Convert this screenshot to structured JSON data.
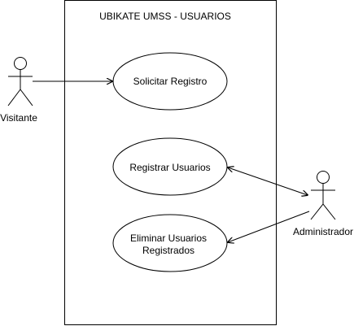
{
  "system": {
    "title": "UBIKATE UMSS - USUARIOS"
  },
  "actors": {
    "visitante": {
      "label": "Visitante"
    },
    "administrador": {
      "label": "Administrador"
    }
  },
  "use_cases": {
    "solicitar": {
      "line1": "Solicitar Registro"
    },
    "registrar": {
      "line1": "Registrar Usuarios"
    },
    "eliminar": {
      "line1": "Eliminar Usuarios",
      "line2": "Registrados"
    }
  },
  "colors": {
    "stroke": "#000000",
    "fill": "#ffffff"
  }
}
